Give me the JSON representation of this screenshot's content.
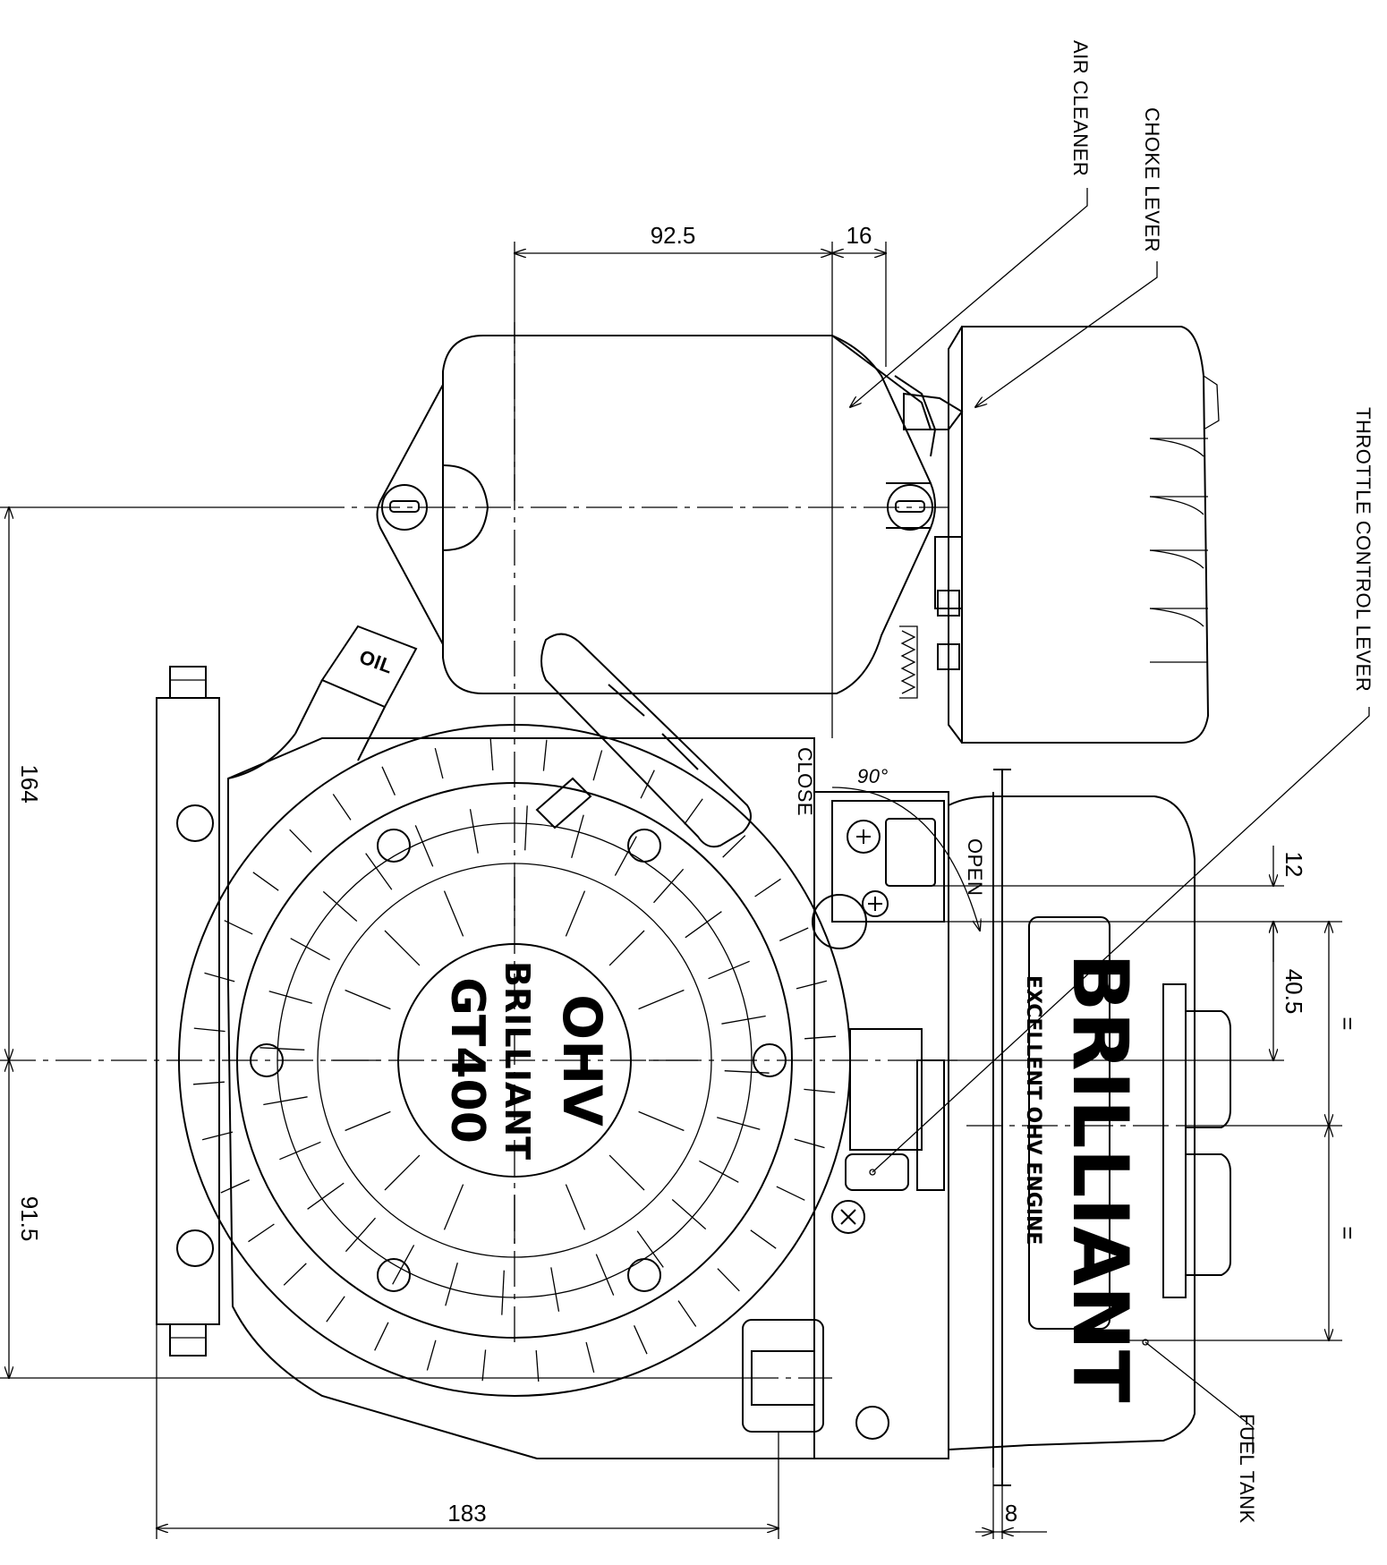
{
  "labels": {
    "air_cleaner": "AIR CLEANER",
    "choke_lever": "CHOKE LEVER",
    "throttle_control_lever": "THROTTLE CONTROL LEVER",
    "fuel_tank": "FUEL TANK",
    "close": "CLOSE",
    "open": "OPEN",
    "angle": "90°"
  },
  "dimensions": {
    "d_92_5": "92.5",
    "d_16": "16",
    "d_164": "164",
    "d_91_5": "91.5",
    "d_183": "183",
    "d_8": "8",
    "d_12": "12",
    "d_40_5": "40.5",
    "eq_upper": "=",
    "eq_lower": "="
  },
  "recoil_cover": {
    "line1": "OHV",
    "line2": "BRILLIANT",
    "line3": "GT400"
  },
  "tank_badge": {
    "brand": "BRILLIANT",
    "tagline": "EXCELLENT OHV ENGINE"
  },
  "spark_cap": {
    "text": "OIL"
  }
}
